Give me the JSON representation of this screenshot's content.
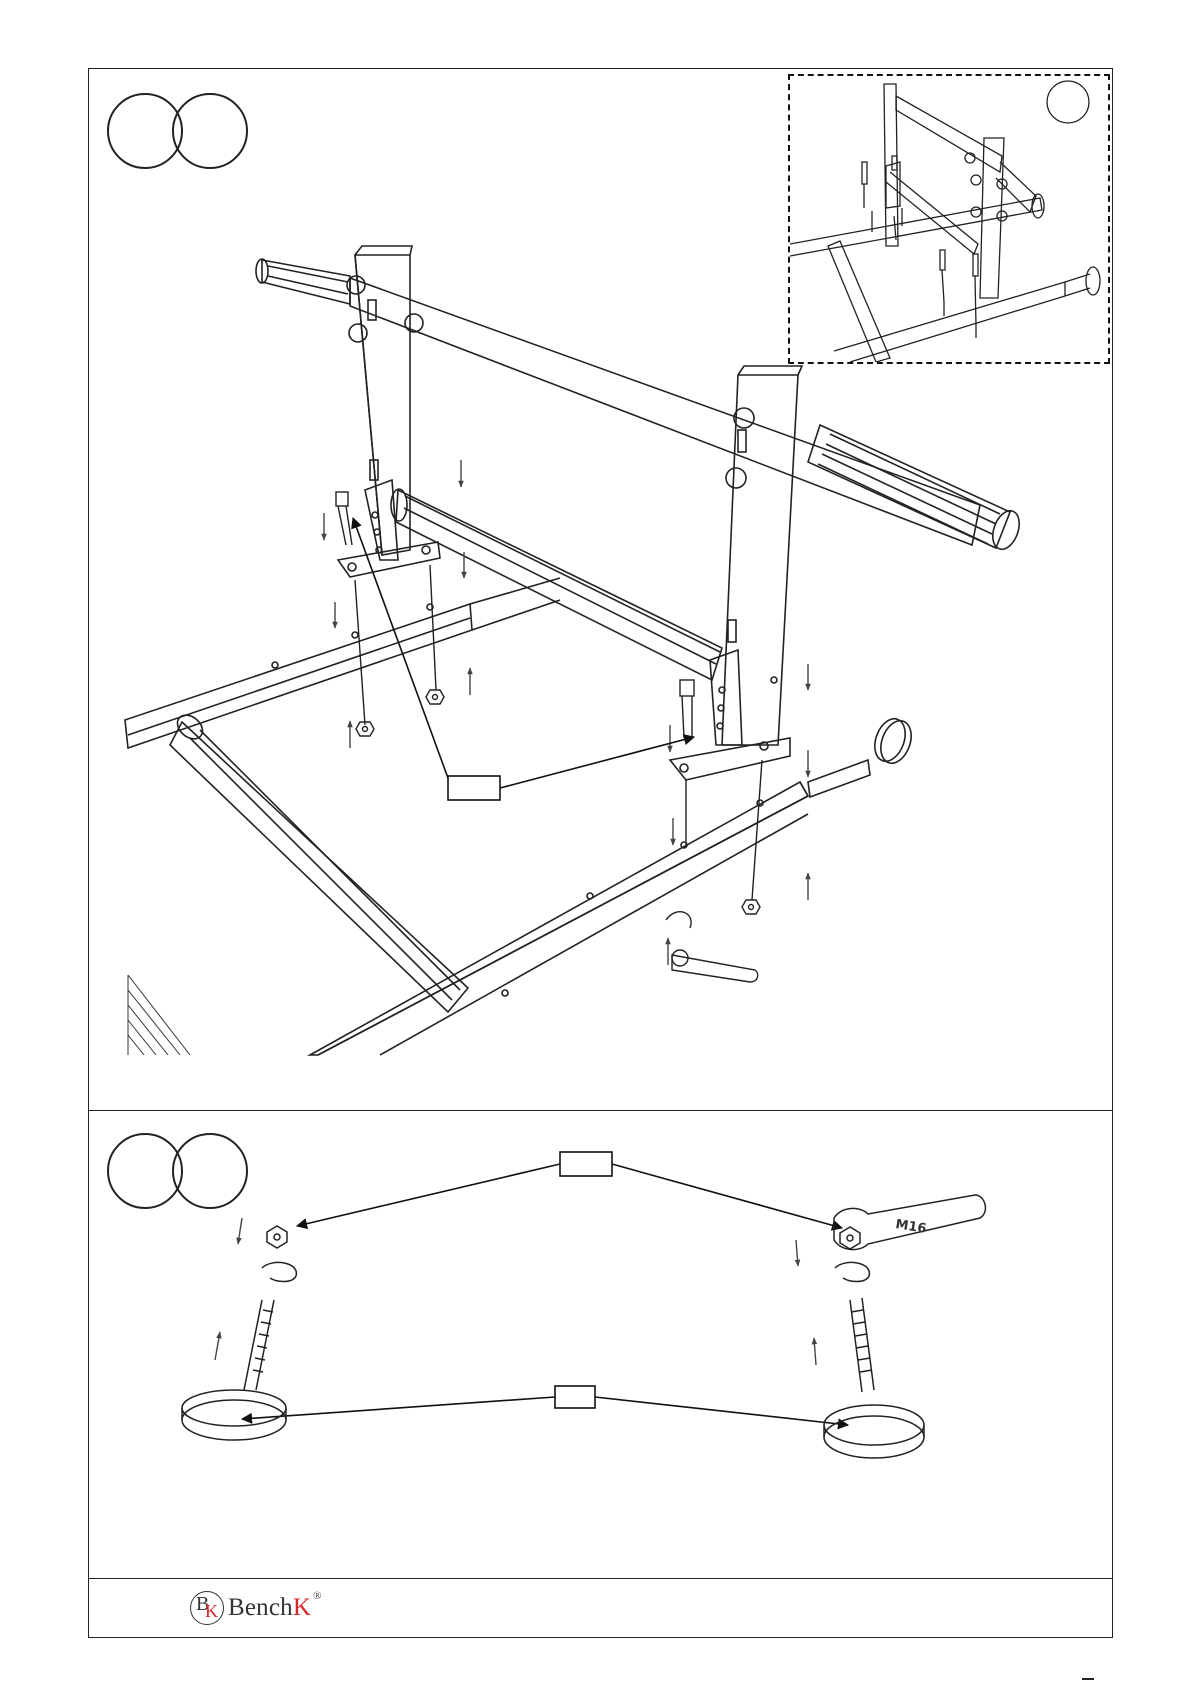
{
  "brand": {
    "logo_letter_1": "B",
    "logo_letter_2": "K",
    "name_part_1": "Bench",
    "name_part_2": "K",
    "registered": "®",
    "accent_color": "#d9262c"
  },
  "step_3": {
    "wrench_marking": "M16"
  }
}
